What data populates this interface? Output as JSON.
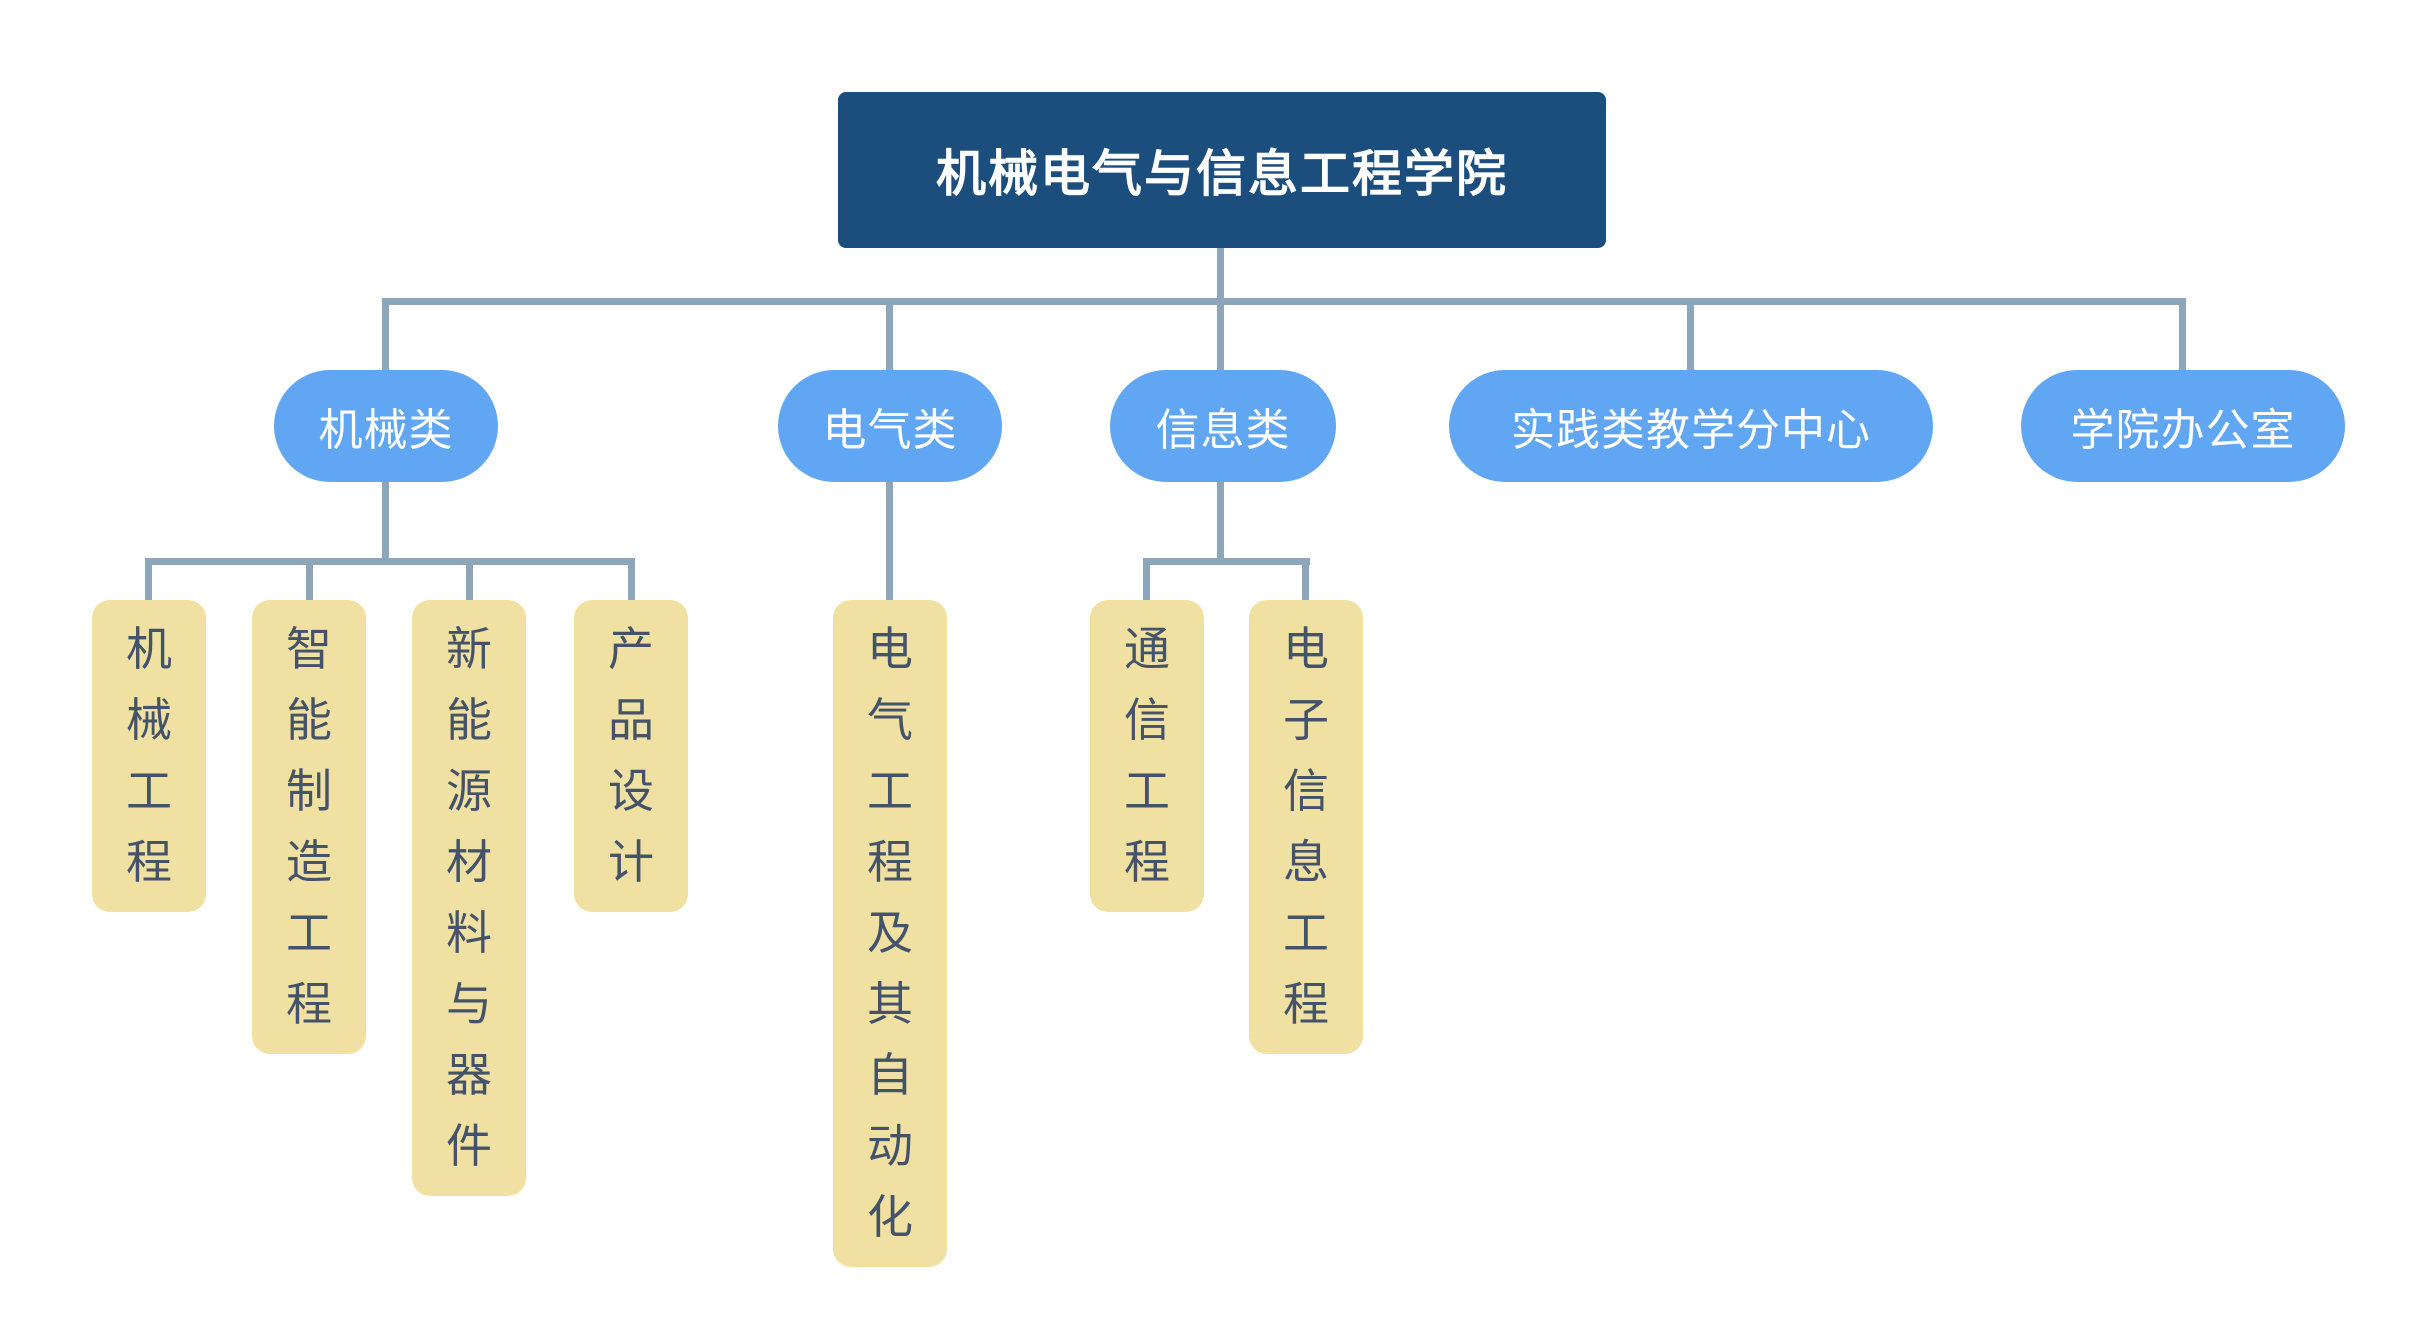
{
  "palette": {
    "root_bg": "#1c4e7d",
    "root_text": "#ffffff",
    "category_bg": "#60a6f3",
    "category_text": "#ffffff",
    "program_bg": "#f0e1a2",
    "program_text": "#44536a",
    "connector": "#8ca7bc",
    "page_bg": "#ffffff"
  },
  "org_chart": {
    "type": "organization-chart",
    "root": {
      "label": "机械电气与信息工程学院"
    },
    "categories": [
      {
        "label": "机械类",
        "programs": [
          "机械工程",
          "智能制造工程",
          "新能源材料与器件",
          "产品设计"
        ]
      },
      {
        "label": "电气类",
        "programs": [
          "电气工程及其自动化"
        ]
      },
      {
        "label": "信息类",
        "programs": [
          "通信工程",
          "电子信息工程"
        ]
      },
      {
        "label": "实践类教学分中心",
        "programs": []
      },
      {
        "label": "学院办公室",
        "programs": []
      }
    ]
  }
}
